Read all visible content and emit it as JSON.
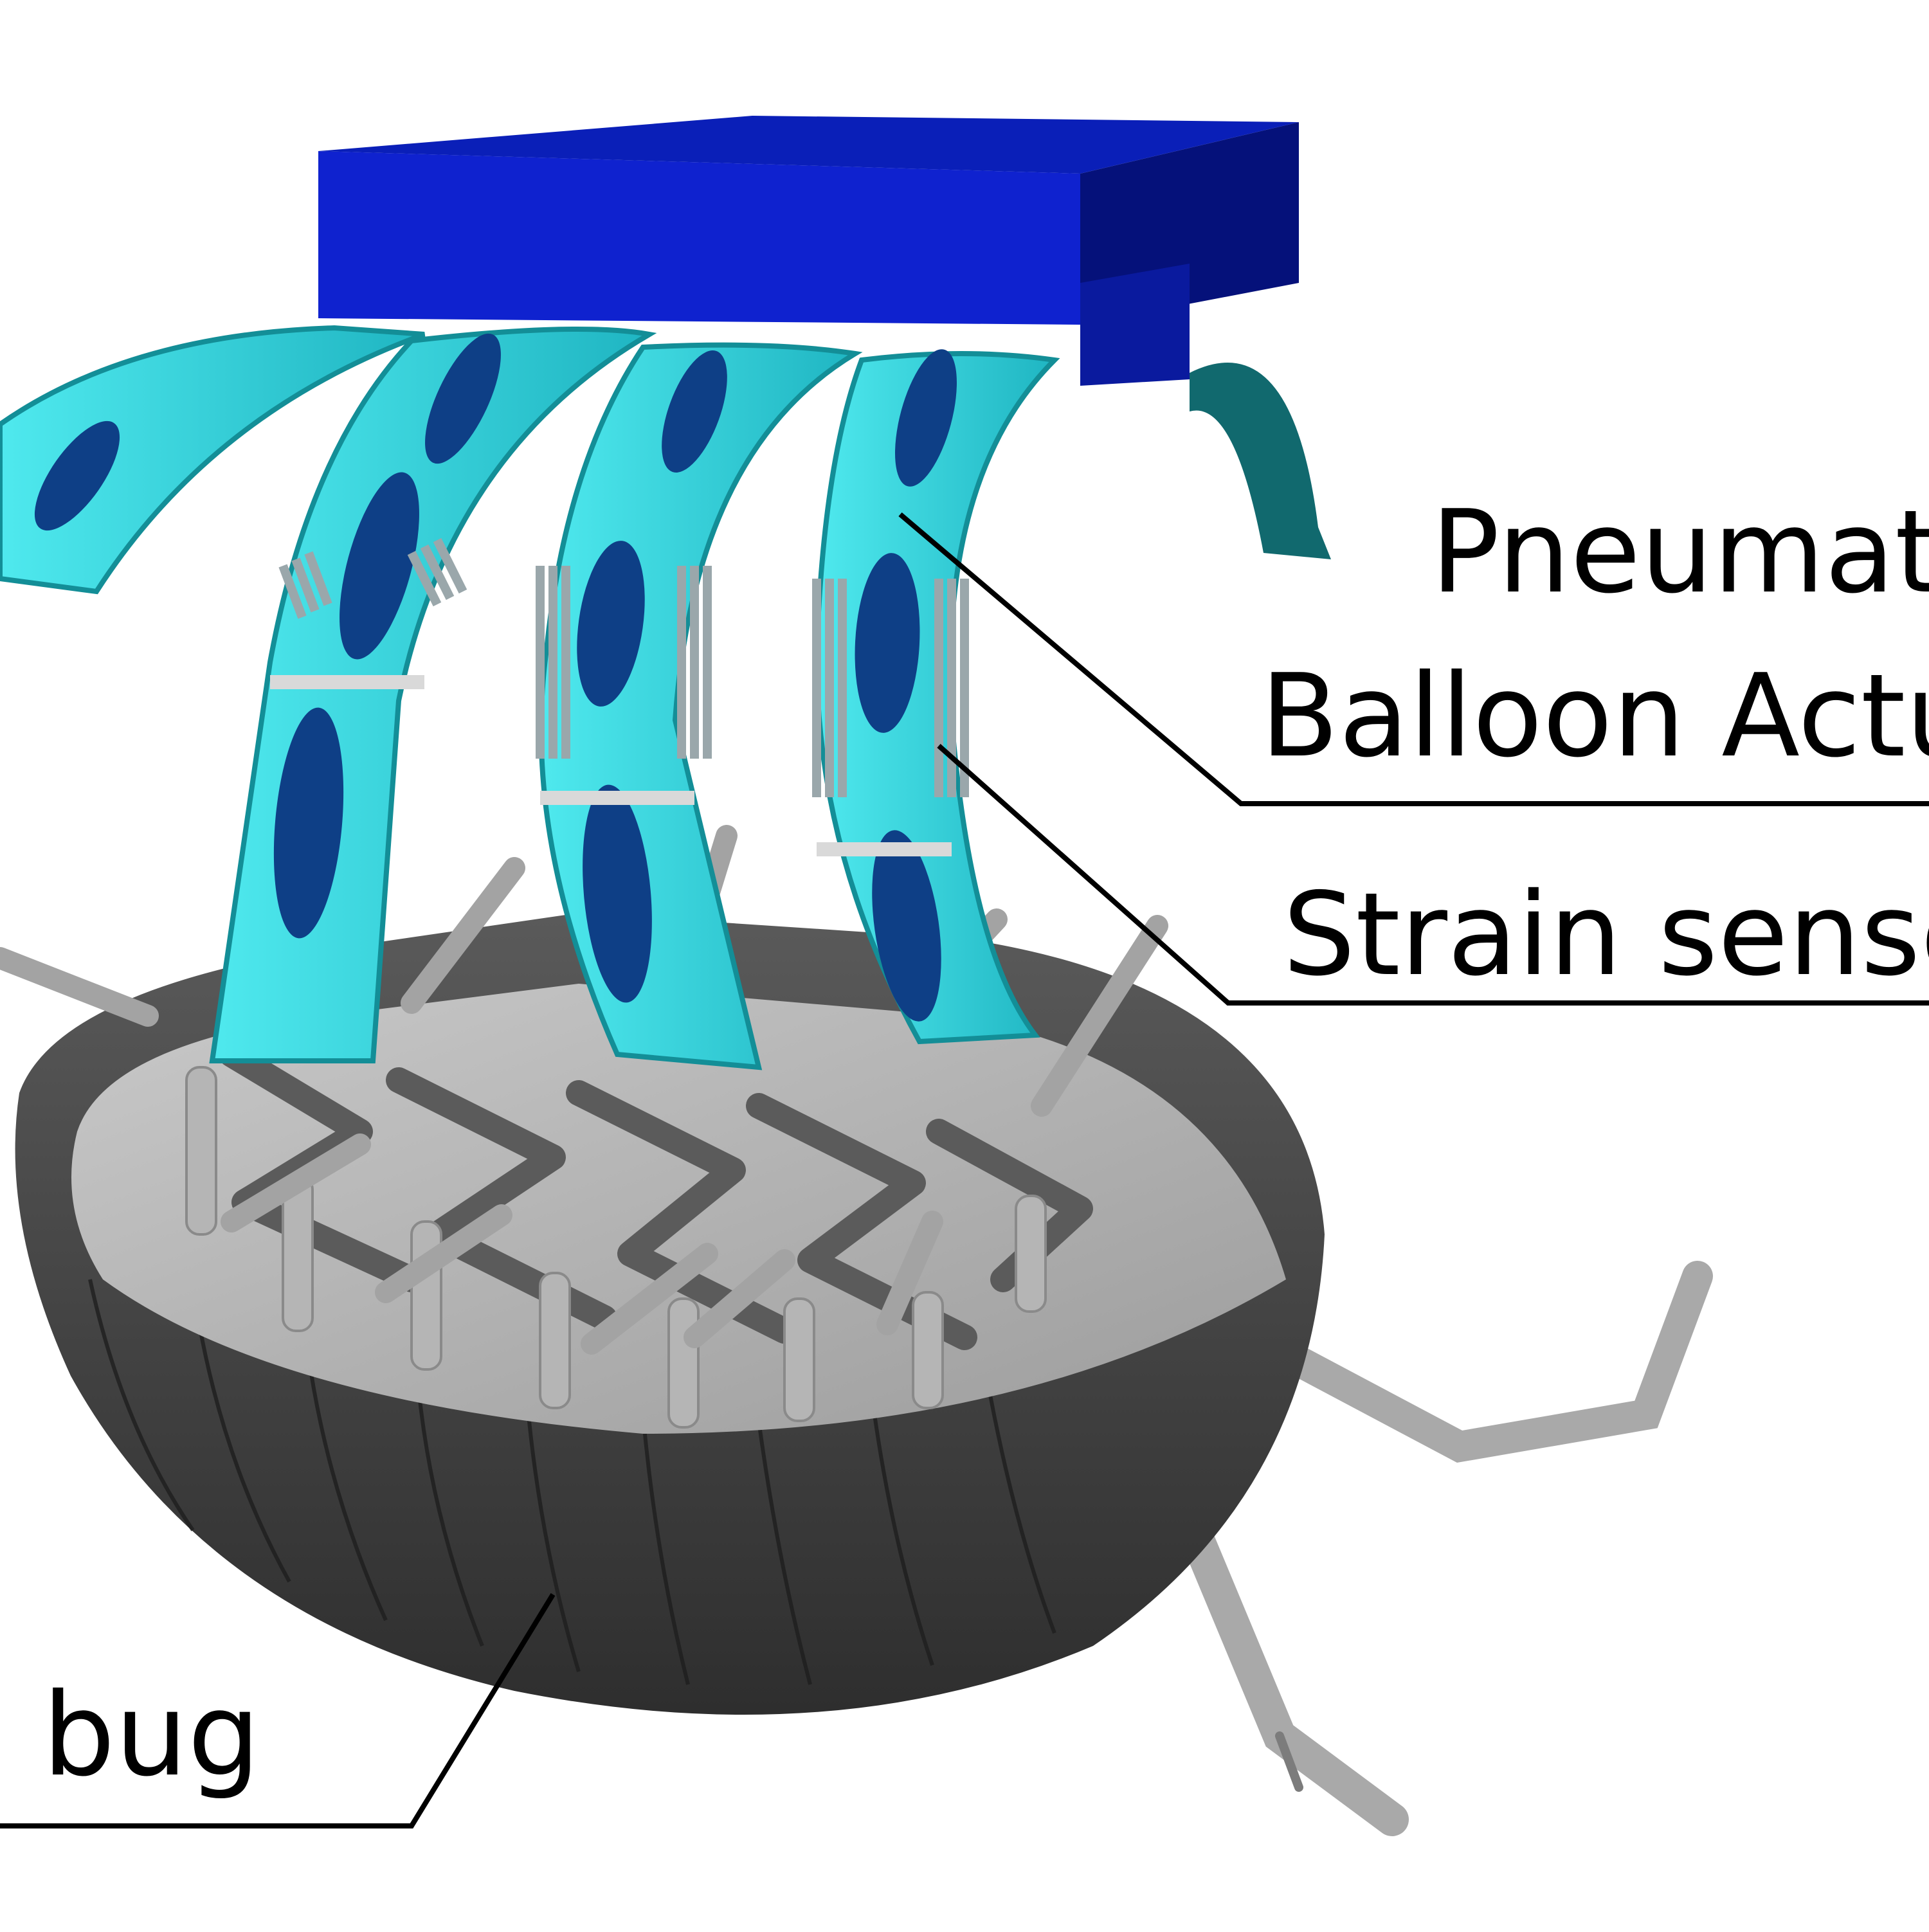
{
  "labels": {
    "actuator_line1": "Pneumat",
    "actuator_line2": "Balloon Actu",
    "sensor": "Strain senso",
    "bug": "l bug"
  },
  "colors": {
    "background": "#ffffff",
    "frame_top": "#0a1fb8",
    "frame_front": "#0f22cf",
    "frame_side": "#05117a",
    "strip_face": "#2ad6de",
    "strip_edge": "#138e97",
    "balloon": "#0e3f86",
    "sensor_grid": "#9aa7ab",
    "bug_shell": "#3e3e3e",
    "bug_inner": "#b9b9b9",
    "legs": "#a9a9a9",
    "leader_line": "#000000"
  },
  "icons": {
    "actuator_frame": "blue-frame-icon",
    "strips": "actuator-strip-icon",
    "bug": "robot-bug-icon"
  }
}
